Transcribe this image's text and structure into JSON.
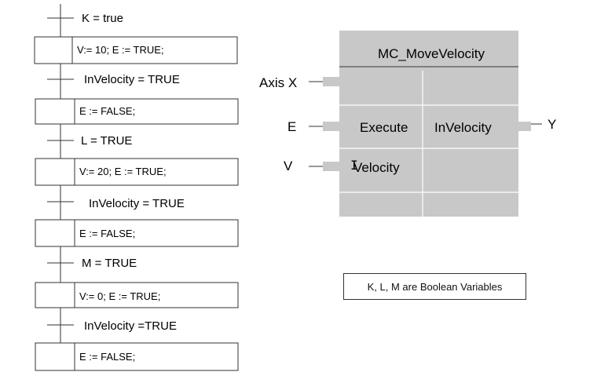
{
  "sfc": {
    "transitions": [
      "K = true",
      "InVelocity = TRUE",
      "L = TRUE",
      "InVelocity = TRUE",
      "M = TRUE",
      "InVelocity =TRUE"
    ],
    "steps": [
      "V:= 10; E := TRUE;",
      "E := FALSE;",
      "V:= 20; E := TRUE;",
      "E := FALSE;",
      "V:= 0; E := TRUE;",
      "E :=  FALSE;"
    ]
  },
  "function_block": {
    "title": "MC_MoveVelocity",
    "inputs": [
      "Axis X",
      "E",
      "V"
    ],
    "pin_labels_left": [
      "Execute",
      "Velocity"
    ],
    "pin_labels_right": [
      "InVelocity"
    ],
    "outputs": [
      "Y"
    ],
    "fill_color": "#c8c8c8"
  },
  "note": "K, L, M are Boolean Variables",
  "cursor_icon": "text-cursor-icon"
}
